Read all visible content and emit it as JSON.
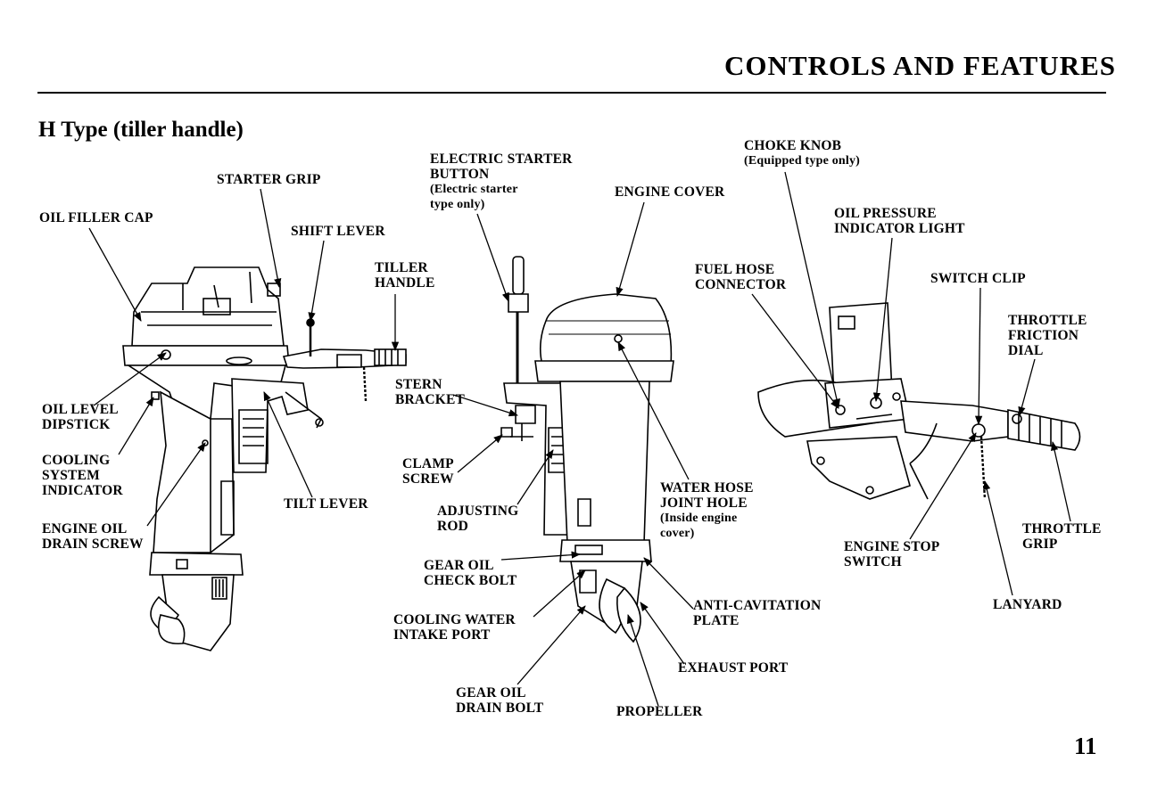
{
  "header": {
    "title": "CONTROLS AND FEATURES"
  },
  "section_title": "H Type (tiller handle)",
  "page_number": "11",
  "callouts": {
    "oil_filler_cap": [
      "OIL FILLER CAP"
    ],
    "starter_grip": [
      "STARTER GRIP"
    ],
    "shift_lever": [
      "SHIFT LEVER"
    ],
    "tiller_handle": [
      "TILLER",
      "HANDLE"
    ],
    "oil_level_dipstick": [
      "OIL LEVEL",
      "DIPSTICK"
    ],
    "cooling_system_indicator": [
      "COOLING",
      "SYSTEM",
      "INDICATOR"
    ],
    "engine_oil_drain_screw": [
      "ENGINE OIL",
      "DRAIN SCREW"
    ],
    "tilt_lever": [
      "TILT LEVER"
    ],
    "electric_starter_button": [
      "ELECTRIC STARTER",
      "BUTTON"
    ],
    "electric_starter_note": [
      "(Electric starter",
      "type only)"
    ],
    "engine_cover": [
      "ENGINE COVER"
    ],
    "stern_bracket": [
      "STERN",
      "BRACKET"
    ],
    "clamp_screw": [
      "CLAMP",
      "SCREW"
    ],
    "adjusting_rod": [
      "ADJUSTING",
      "ROD"
    ],
    "gear_oil_check_bolt": [
      "GEAR OIL",
      "CHECK BOLT"
    ],
    "cooling_water_intake_port": [
      "COOLING WATER",
      "INTAKE PORT"
    ],
    "gear_oil_drain_bolt": [
      "GEAR OIL",
      "DRAIN BOLT"
    ],
    "propeller": [
      "PROPELLER"
    ],
    "exhaust_port": [
      "EXHAUST PORT"
    ],
    "anti_cavitation_plate": [
      "ANTI-CAVITATION",
      "PLATE"
    ],
    "water_hose_joint_hole": [
      "WATER HOSE",
      "JOINT HOLE"
    ],
    "water_hose_note": [
      "(Inside engine",
      "cover)"
    ],
    "choke_knob": [
      "CHOKE KNOB"
    ],
    "choke_knob_note": [
      "(Equipped type only)"
    ],
    "oil_pressure_indicator_light": [
      "OIL PRESSURE",
      "INDICATOR LIGHT"
    ],
    "fuel_hose_connector": [
      "FUEL HOSE",
      "CONNECTOR"
    ],
    "switch_clip": [
      "SWITCH CLIP"
    ],
    "throttle_friction_dial": [
      "THROTTLE",
      "FRICTION",
      "DIAL"
    ],
    "throttle_grip": [
      "THROTTLE",
      "GRIP"
    ],
    "engine_stop_switch": [
      "ENGINE STOP",
      "SWITCH"
    ],
    "lanyard": [
      "LANYARD"
    ]
  }
}
